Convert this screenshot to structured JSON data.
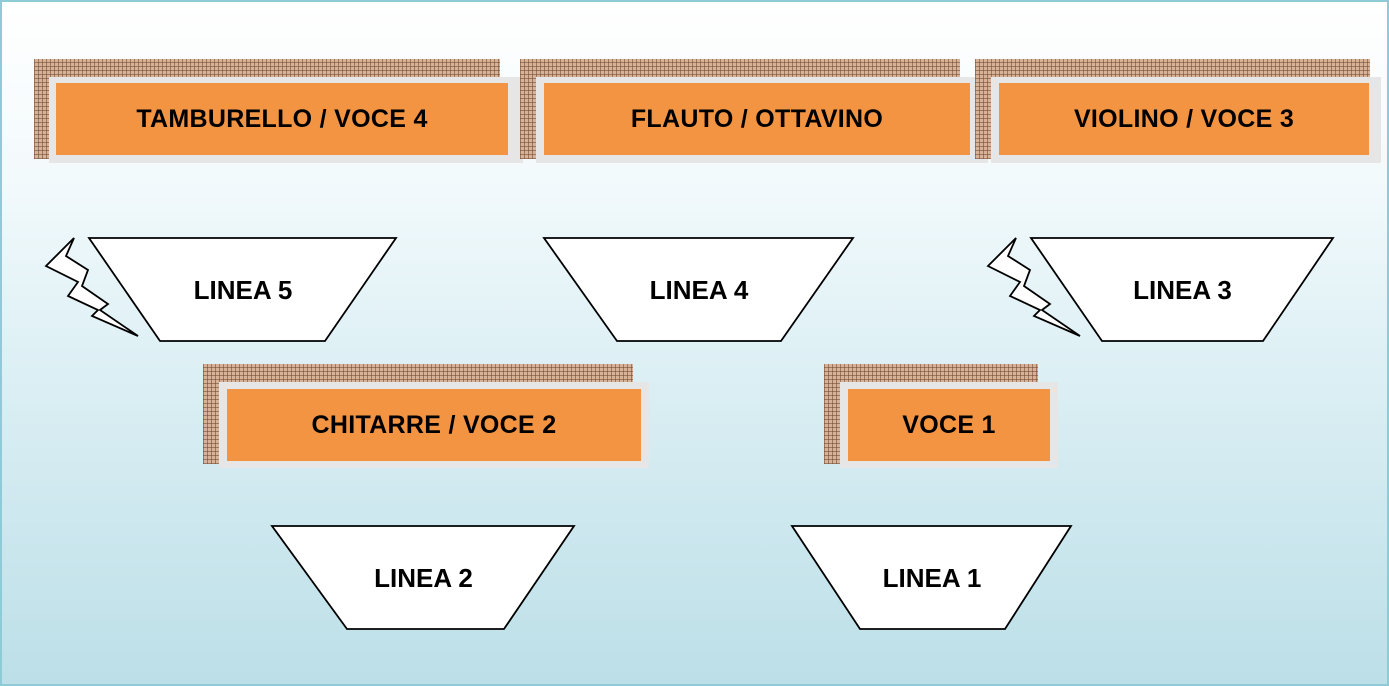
{
  "instruments": {
    "tamburello": "TAMBURELLO / VOCE 4",
    "flauto": "FLAUTO / OTTAVINO",
    "violino": "VIOLINO / VOCE 3",
    "chitarre": "CHITARRE / VOCE 2",
    "voce1": "VOCE 1"
  },
  "lines": {
    "linea5": "LINEA 5",
    "linea4": "LINEA 4",
    "linea3": "LINEA 3",
    "linea2": "LINEA 2",
    "linea1": "LINEA 1"
  },
  "colors": {
    "label_fill": "#f39442",
    "pattern": "#d8b296",
    "background_top": "#ffffff",
    "background_bottom": "#bcdfe8"
  }
}
